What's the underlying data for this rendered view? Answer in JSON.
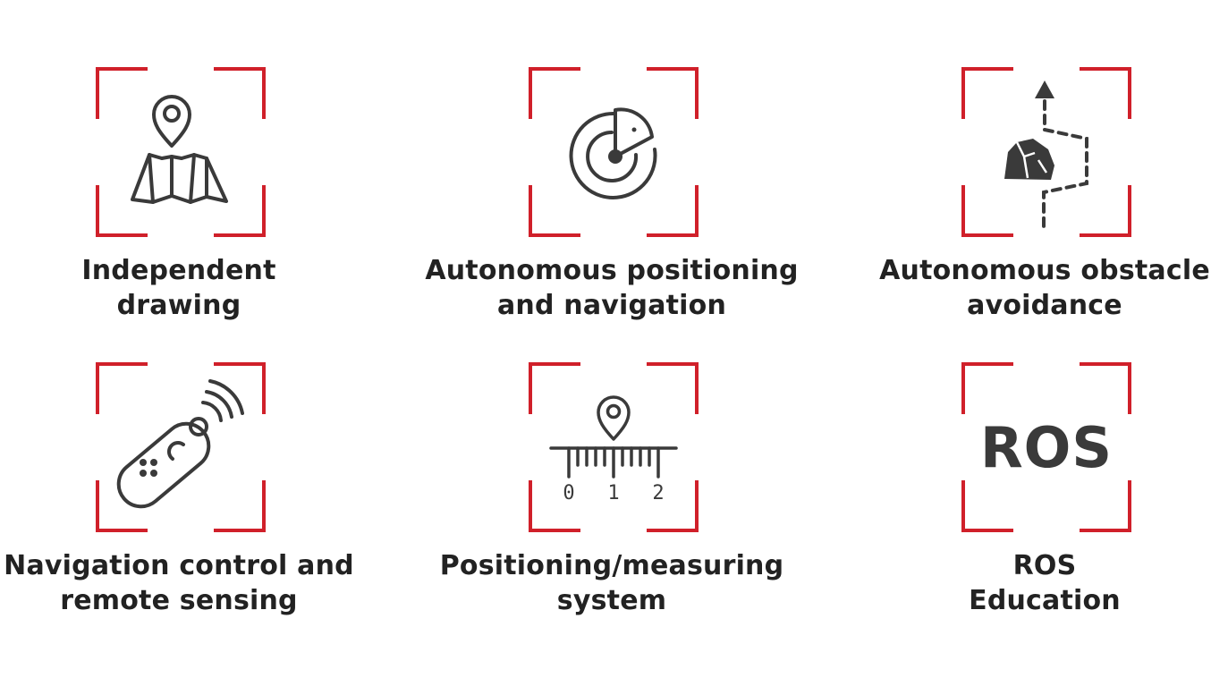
{
  "colors": {
    "frame": "#d0202a",
    "icon": "#3a3a3a",
    "text": "#222222"
  },
  "features": [
    {
      "icon": "map-pin-icon",
      "caption_line1": "Independent",
      "caption_line2": "drawing"
    },
    {
      "icon": "radar-icon",
      "caption_line1": "Autonomous positioning",
      "caption_line2": "and navigation"
    },
    {
      "icon": "obstacle-path-icon",
      "caption_line1": "Autonomous obstacle",
      "caption_line2": "avoidance"
    },
    {
      "icon": "remote-control-icon",
      "caption_line1": "Navigation control and",
      "caption_line2": "remote sensing"
    },
    {
      "icon": "ruler-pin-icon",
      "caption_line1": "Positioning/measuring",
      "caption_line2": "system",
      "ruler_labels": [
        "0",
        "1",
        "2"
      ]
    },
    {
      "icon": "ros-icon",
      "icon_text": "ROS",
      "caption_line1": "ROS",
      "caption_line2": "Education"
    }
  ]
}
